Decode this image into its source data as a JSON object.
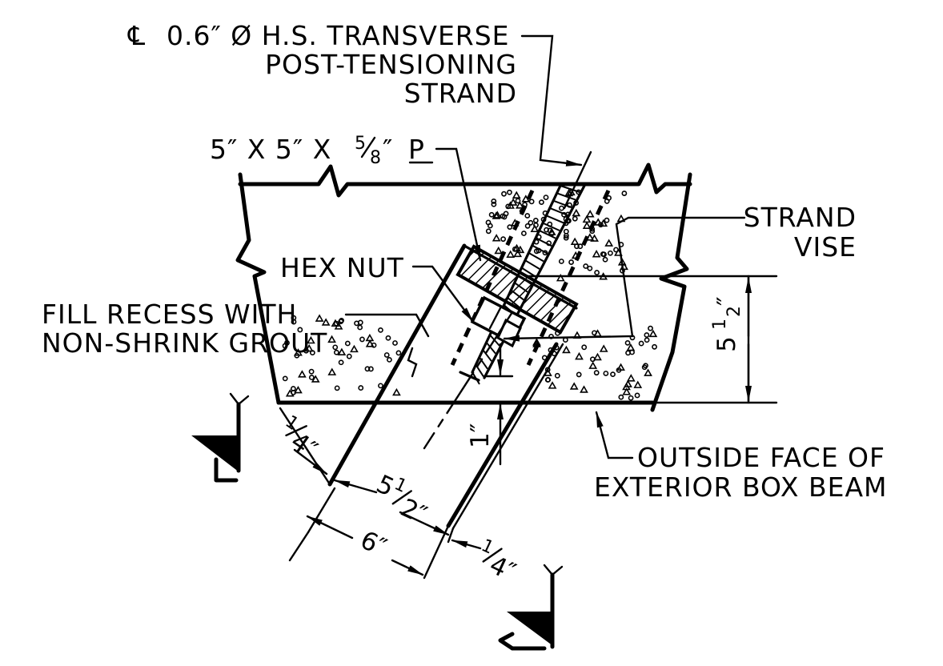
{
  "labels": {
    "strand_symbol": "℄",
    "strand_line1": "0.6″ Ø H.S. TRANSVERSE",
    "strand_line2": "POST-TENSIONING",
    "strand_line3": "STRAND",
    "plate_text": "5″ X 5″ X",
    "plate_frac_num": "5",
    "plate_frac_den": "8",
    "plate_unit": "″",
    "plate_symbol": "P",
    "vise_line1": "STRAND",
    "vise_line2": "VISE",
    "hex_nut": "HEX NUT",
    "grout_line1": "FILL RECESS WITH",
    "grout_line2": "NON-SHRINK GROUT",
    "face_line1": "OUTSIDE FACE OF",
    "face_line2": "EXTERIOR BOX BEAM"
  },
  "dimensions": {
    "depth_whole": "5",
    "depth_num": "1",
    "depth_den": "2",
    "depth_unit": "″",
    "cover_bottom": "1″",
    "gap_left_num": "1",
    "gap_left_den": "4″",
    "recess_whole": "5",
    "recess_num": "1",
    "recess_den": "2″",
    "overall": "6″",
    "gap_right_num": "1",
    "gap_right_den": "4″"
  },
  "section_marks": [
    "section-mark-upper",
    "section-mark-lower"
  ]
}
